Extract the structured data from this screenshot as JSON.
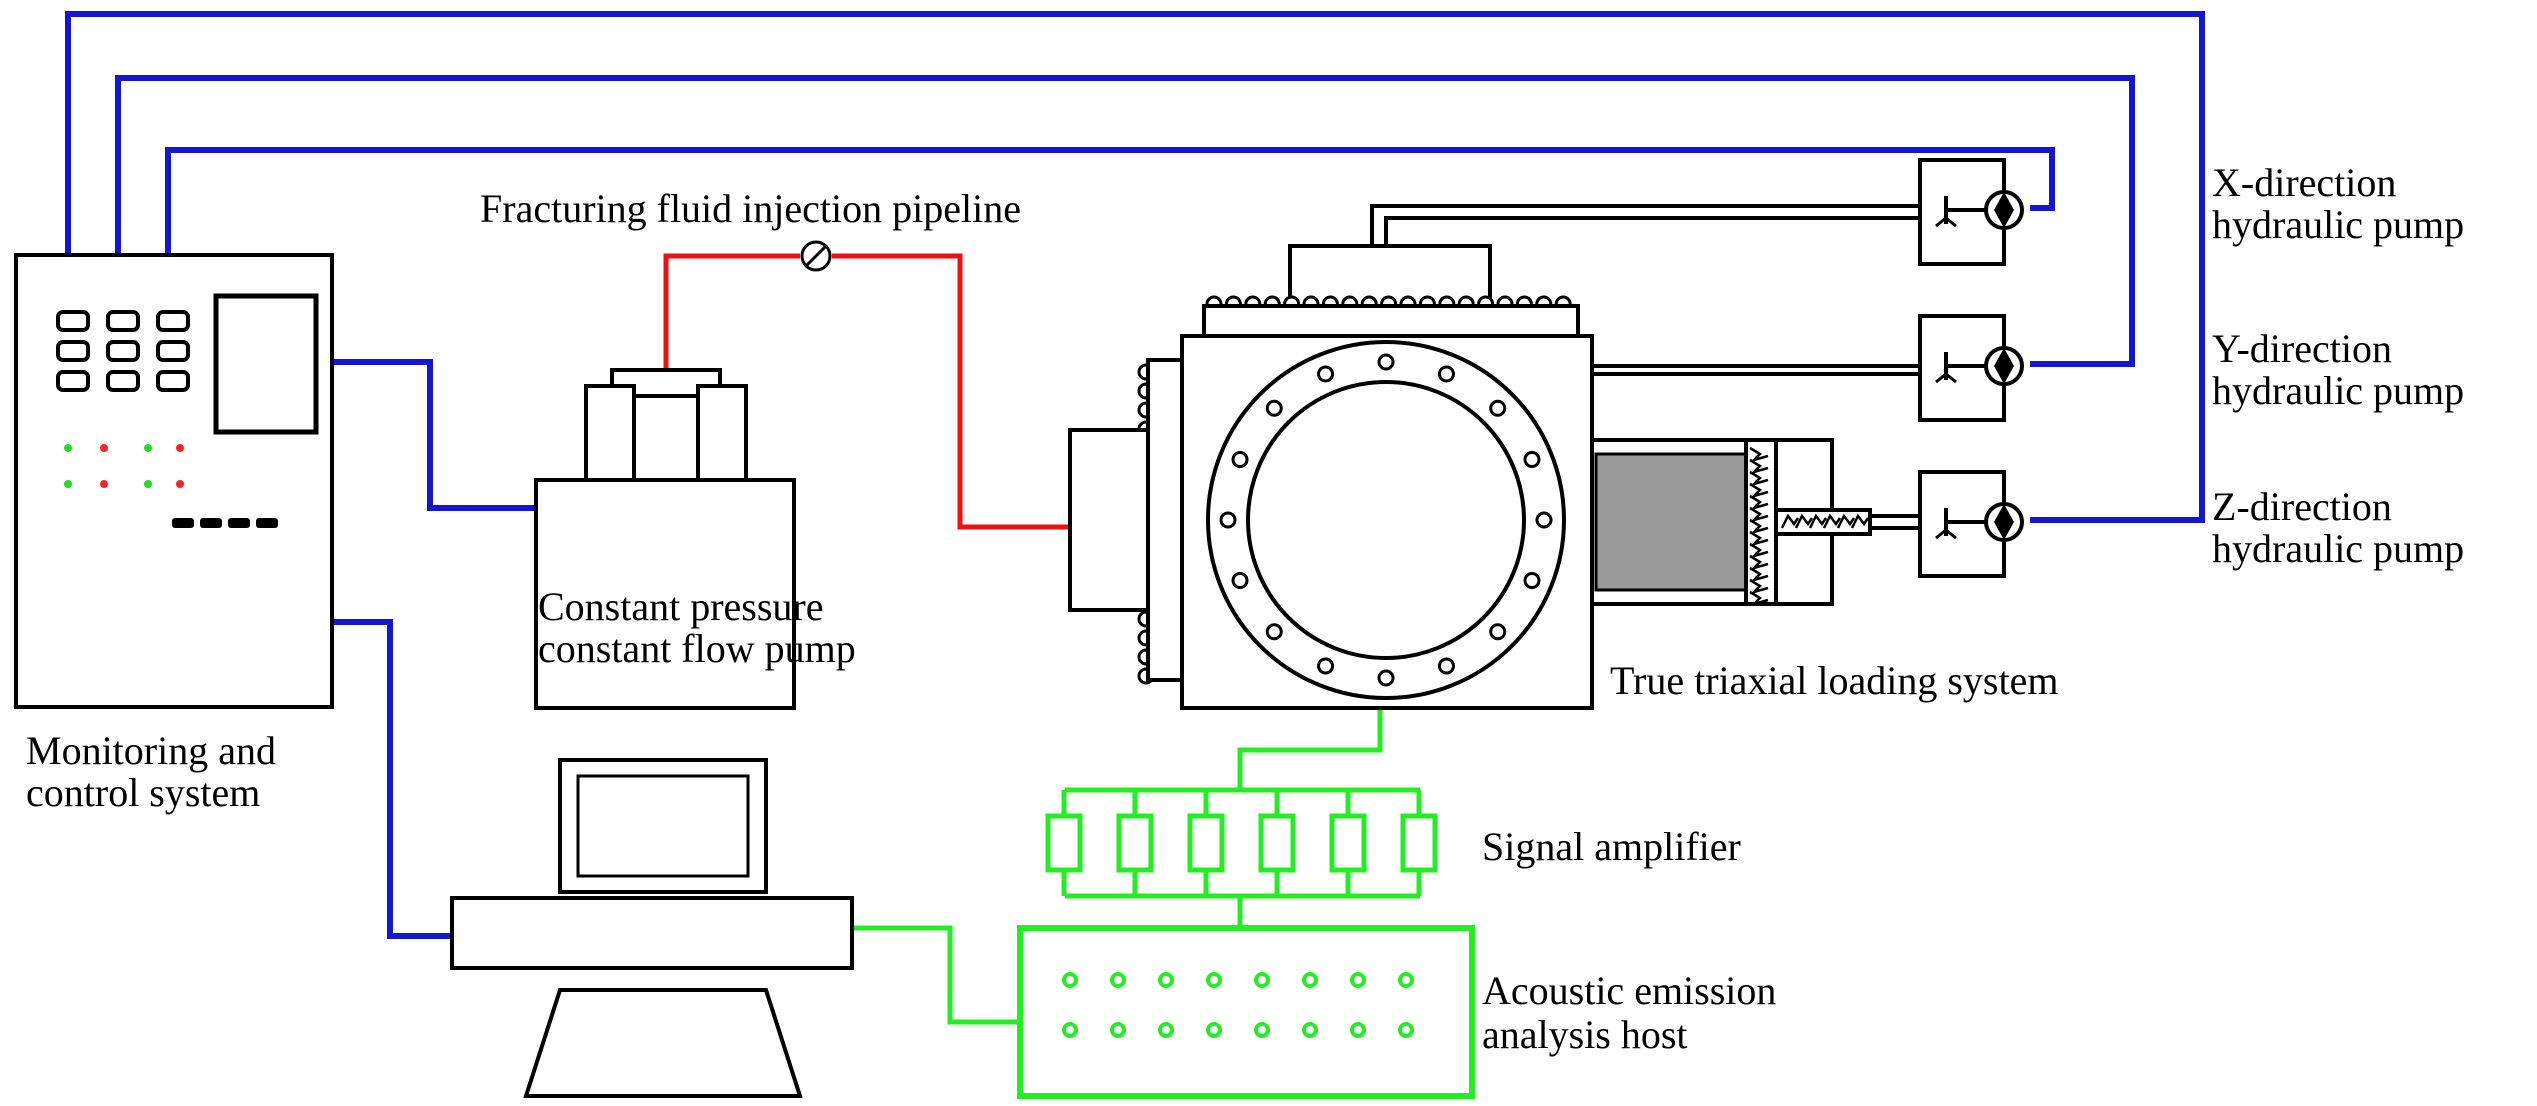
{
  "labels": {
    "injection_pipeline": "Fracturing fluid injection pipeline",
    "x_pump_line1": "X-direction",
    "x_pump_line2": "hydraulic pump",
    "y_pump_line1": "Y-direction",
    "y_pump_line2": "hydraulic pump",
    "z_pump_line1": "Z-direction",
    "z_pump_line2": "hydraulic pump",
    "monitor_line1": "Monitoring and",
    "monitor_line2": "control system",
    "cp_pump_line1": "Constant pressure",
    "cp_pump_line2": "constant flow pump",
    "triaxial": "True triaxial loading system",
    "amplifier": "Signal amplifier",
    "ae_line1": "Acoustic emission",
    "ae_line2": "analysis host"
  },
  "colors": {
    "hydraulic_line": "#1515d6",
    "injection_line": "#ee1111",
    "signal_line": "#22ee22",
    "outline": "#000000",
    "indicator_red": "#ff2020",
    "indicator_green": "#20dd20",
    "specimen": "#9a9a9a"
  },
  "icons": {
    "pump_symbol": "hydraulic-pump-icon",
    "valve_symbol": "valve-icon",
    "flange_bolt": "bolt-circle"
  }
}
